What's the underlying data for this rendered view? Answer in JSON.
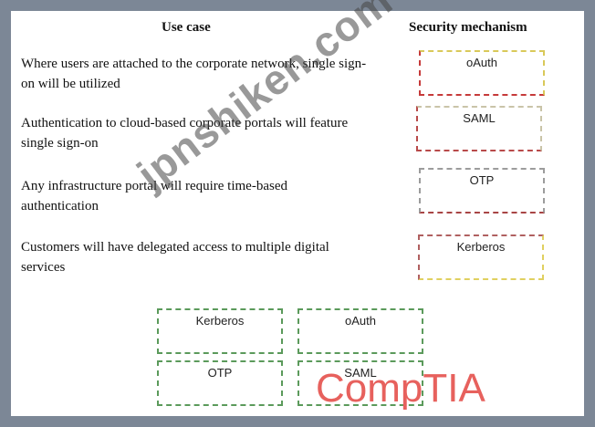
{
  "headers": {
    "use_case": "Use case",
    "security_mechanism": "Security mechanism"
  },
  "use_cases": [
    "Where users are attached to the corporate network, single sign-on will be utilized",
    "Authentication to cloud-based corporate portals will feature single sign-on",
    "Any infrastructure portal will require time-based authentication",
    "Customers will have delegated access to multiple digital services"
  ],
  "targets": [
    "oAuth",
    "SAML",
    "OTP",
    "Kerberos"
  ],
  "options": [
    "Kerberos",
    "oAuth",
    "OTP",
    "SAML"
  ],
  "watermark": "jpnshiken.com",
  "logo": "CompTIA"
}
